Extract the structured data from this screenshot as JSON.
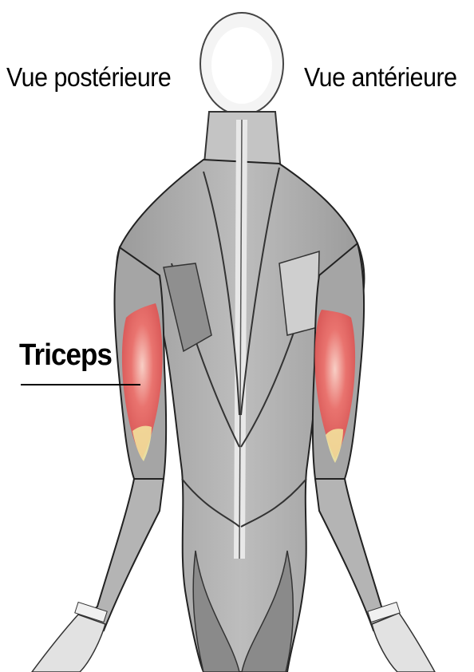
{
  "labels": {
    "left_view": "Vue postérieure",
    "right_view": "Vue antérieure",
    "muscle": "Triceps"
  },
  "colors": {
    "background": "#ffffff",
    "body_fill": "#a8a8a8",
    "body_shade": "#8c8c8c",
    "body_light": "#d6d6d6",
    "outline": "#2a2a2a",
    "triceps_highlight": "#ee5a5a",
    "tendon_highlight": "#f3e9a0"
  },
  "highlighted_muscle_icon": "triceps-highlight"
}
